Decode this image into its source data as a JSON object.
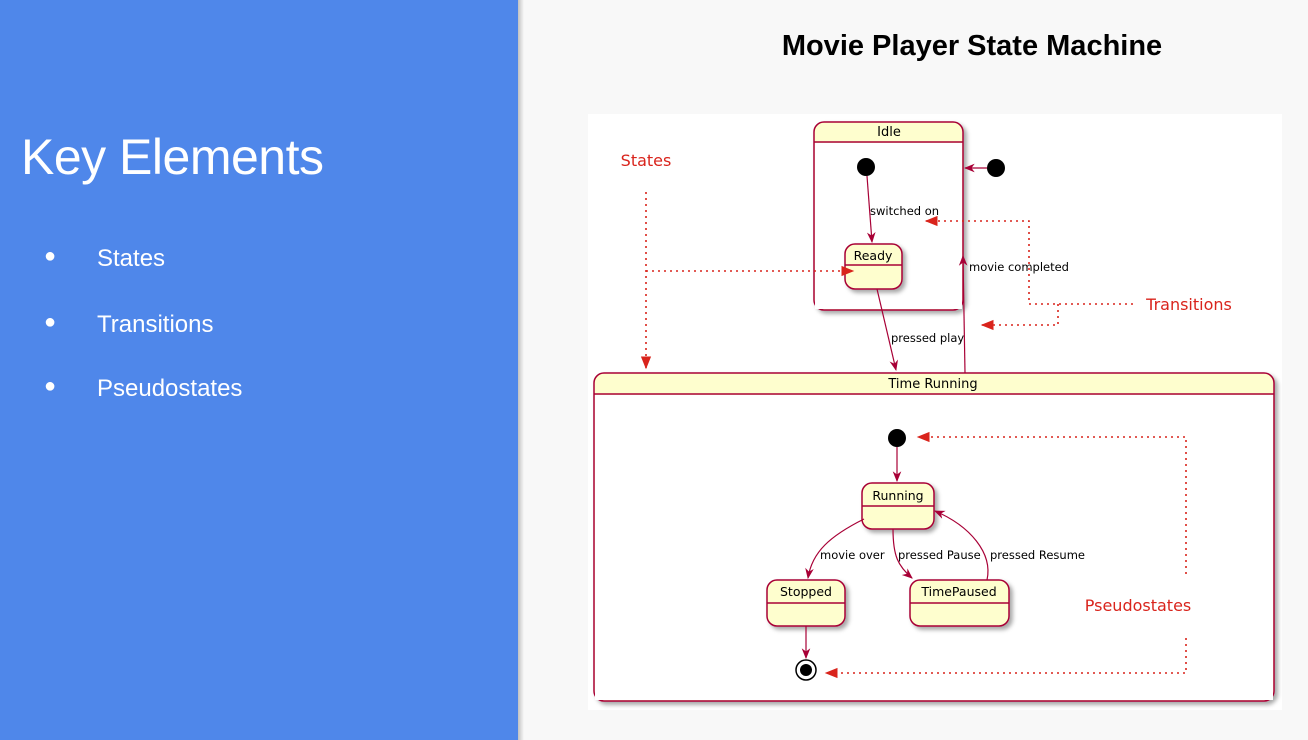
{
  "sidebar": {
    "title": "Key Elements",
    "bullets": [
      "States",
      "Transitions",
      "Pseudostates"
    ],
    "bullet_glyph": "●",
    "background_color": "#4f87ea"
  },
  "slide_title": "Movie Player State Machine",
  "diagram": {
    "states": {
      "idle": "Idle",
      "ready": "Ready",
      "time_running": "Time Running",
      "running": "Running",
      "stopped": "Stopped",
      "time_paused": "TimePaused"
    },
    "transitions": {
      "switched_on": "switched on",
      "pressed_play": "pressed play",
      "movie_completed": "movie completed",
      "movie_over": "movie over",
      "pressed_pause": "pressed Pause",
      "pressed_resume": "pressed Resume"
    },
    "annotations": {
      "states": "States",
      "transitions": "Transitions",
      "pseudostates": "Pseudostates"
    },
    "colors": {
      "state_fill": "#fefece",
      "state_border": "#a80036",
      "annotation": "#d9241c"
    }
  }
}
